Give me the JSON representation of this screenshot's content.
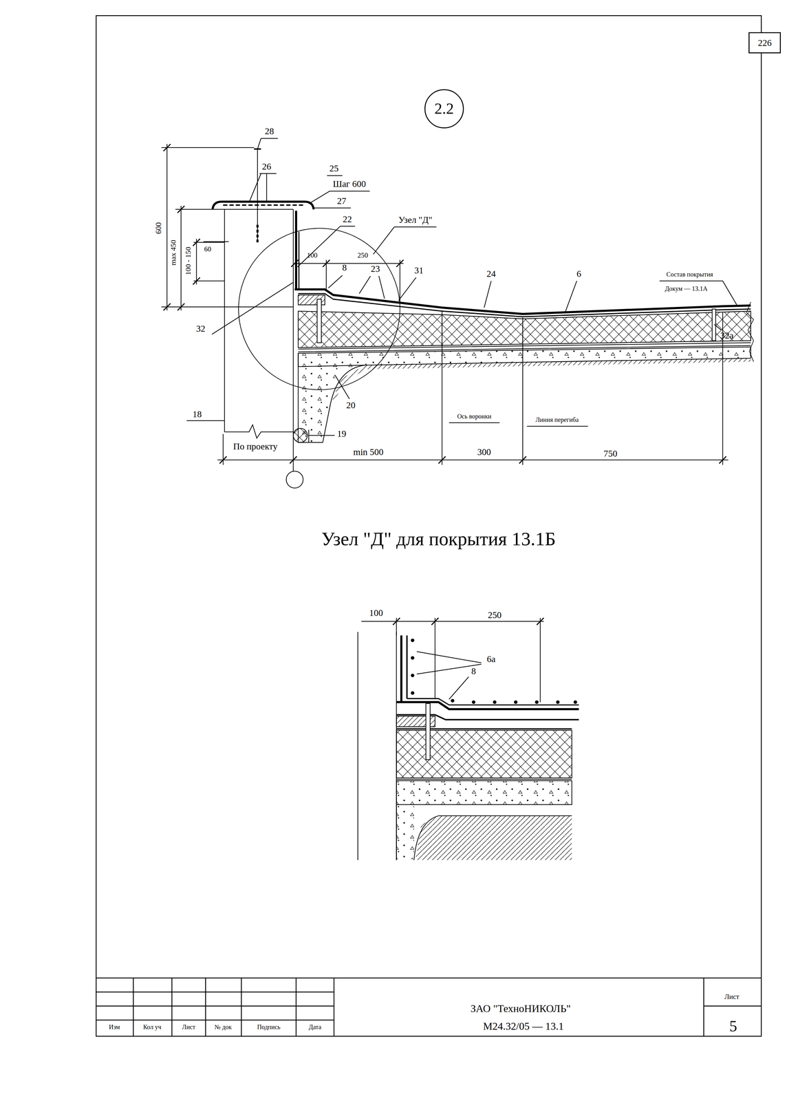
{
  "diagram": {
    "nodes": [
      {
        "text": [
          "226"
        ]
      },
      {
        "text": [
          "2.2"
        ]
      }
    ],
    "labels": [
      "28",
      "26",
      "25",
      "Шаг 600",
      "27",
      "22",
      "Узел \"Д\"",
      "100",
      "250",
      "8",
      "23",
      "31",
      "24",
      "6",
      "Состав покрытия",
      "Докум — 13.1А",
      "600",
      "max 450",
      "100 - 150",
      "60",
      "32",
      "32а",
      "18",
      "20",
      "19",
      "Ось воронки",
      "Линия перегиба",
      "По проекту",
      "min 500",
      "300",
      "750",
      "Узел \"Д\" для покрытия 13.1Б",
      "100",
      "250",
      "6а",
      "8",
      "Изм",
      "Кол уч",
      "Лист",
      "№ док",
      "Подпись",
      "Дата",
      "ЗАО \"ТехноНИКОЛЬ\"",
      "М24.32/05 — 13.1",
      "Лист",
      "5"
    ]
  }
}
